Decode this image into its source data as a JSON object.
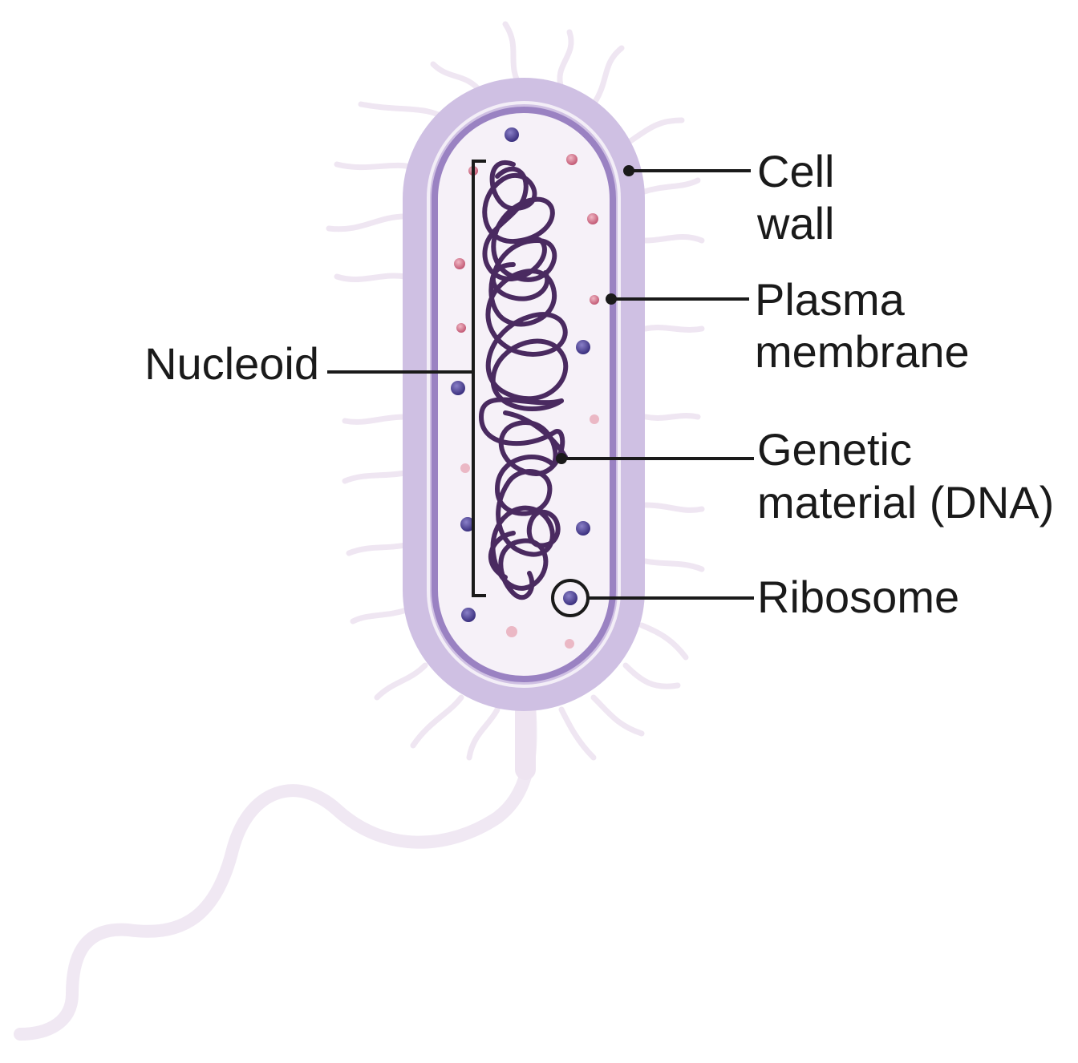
{
  "labels": {
    "cell_wall": [
      "Cell",
      "wall"
    ],
    "plasma_membrane": [
      "Plasma",
      "membrane"
    ],
    "genetic_material": [
      "Genetic",
      "material (DNA)"
    ],
    "ribosome": "Ribosome",
    "nucleoid": "Nucleoid"
  },
  "colors": {
    "cell_wall": "#cfc0e3",
    "membrane": "#9a82c2",
    "cytoplasm": "#f6f1f8",
    "dna": "#4a2a60",
    "ribosome_blue": "#4a3d92",
    "ribosome_pink": "#d66c85",
    "pili": "#efe6f2",
    "leader": "#1a1a1a"
  }
}
